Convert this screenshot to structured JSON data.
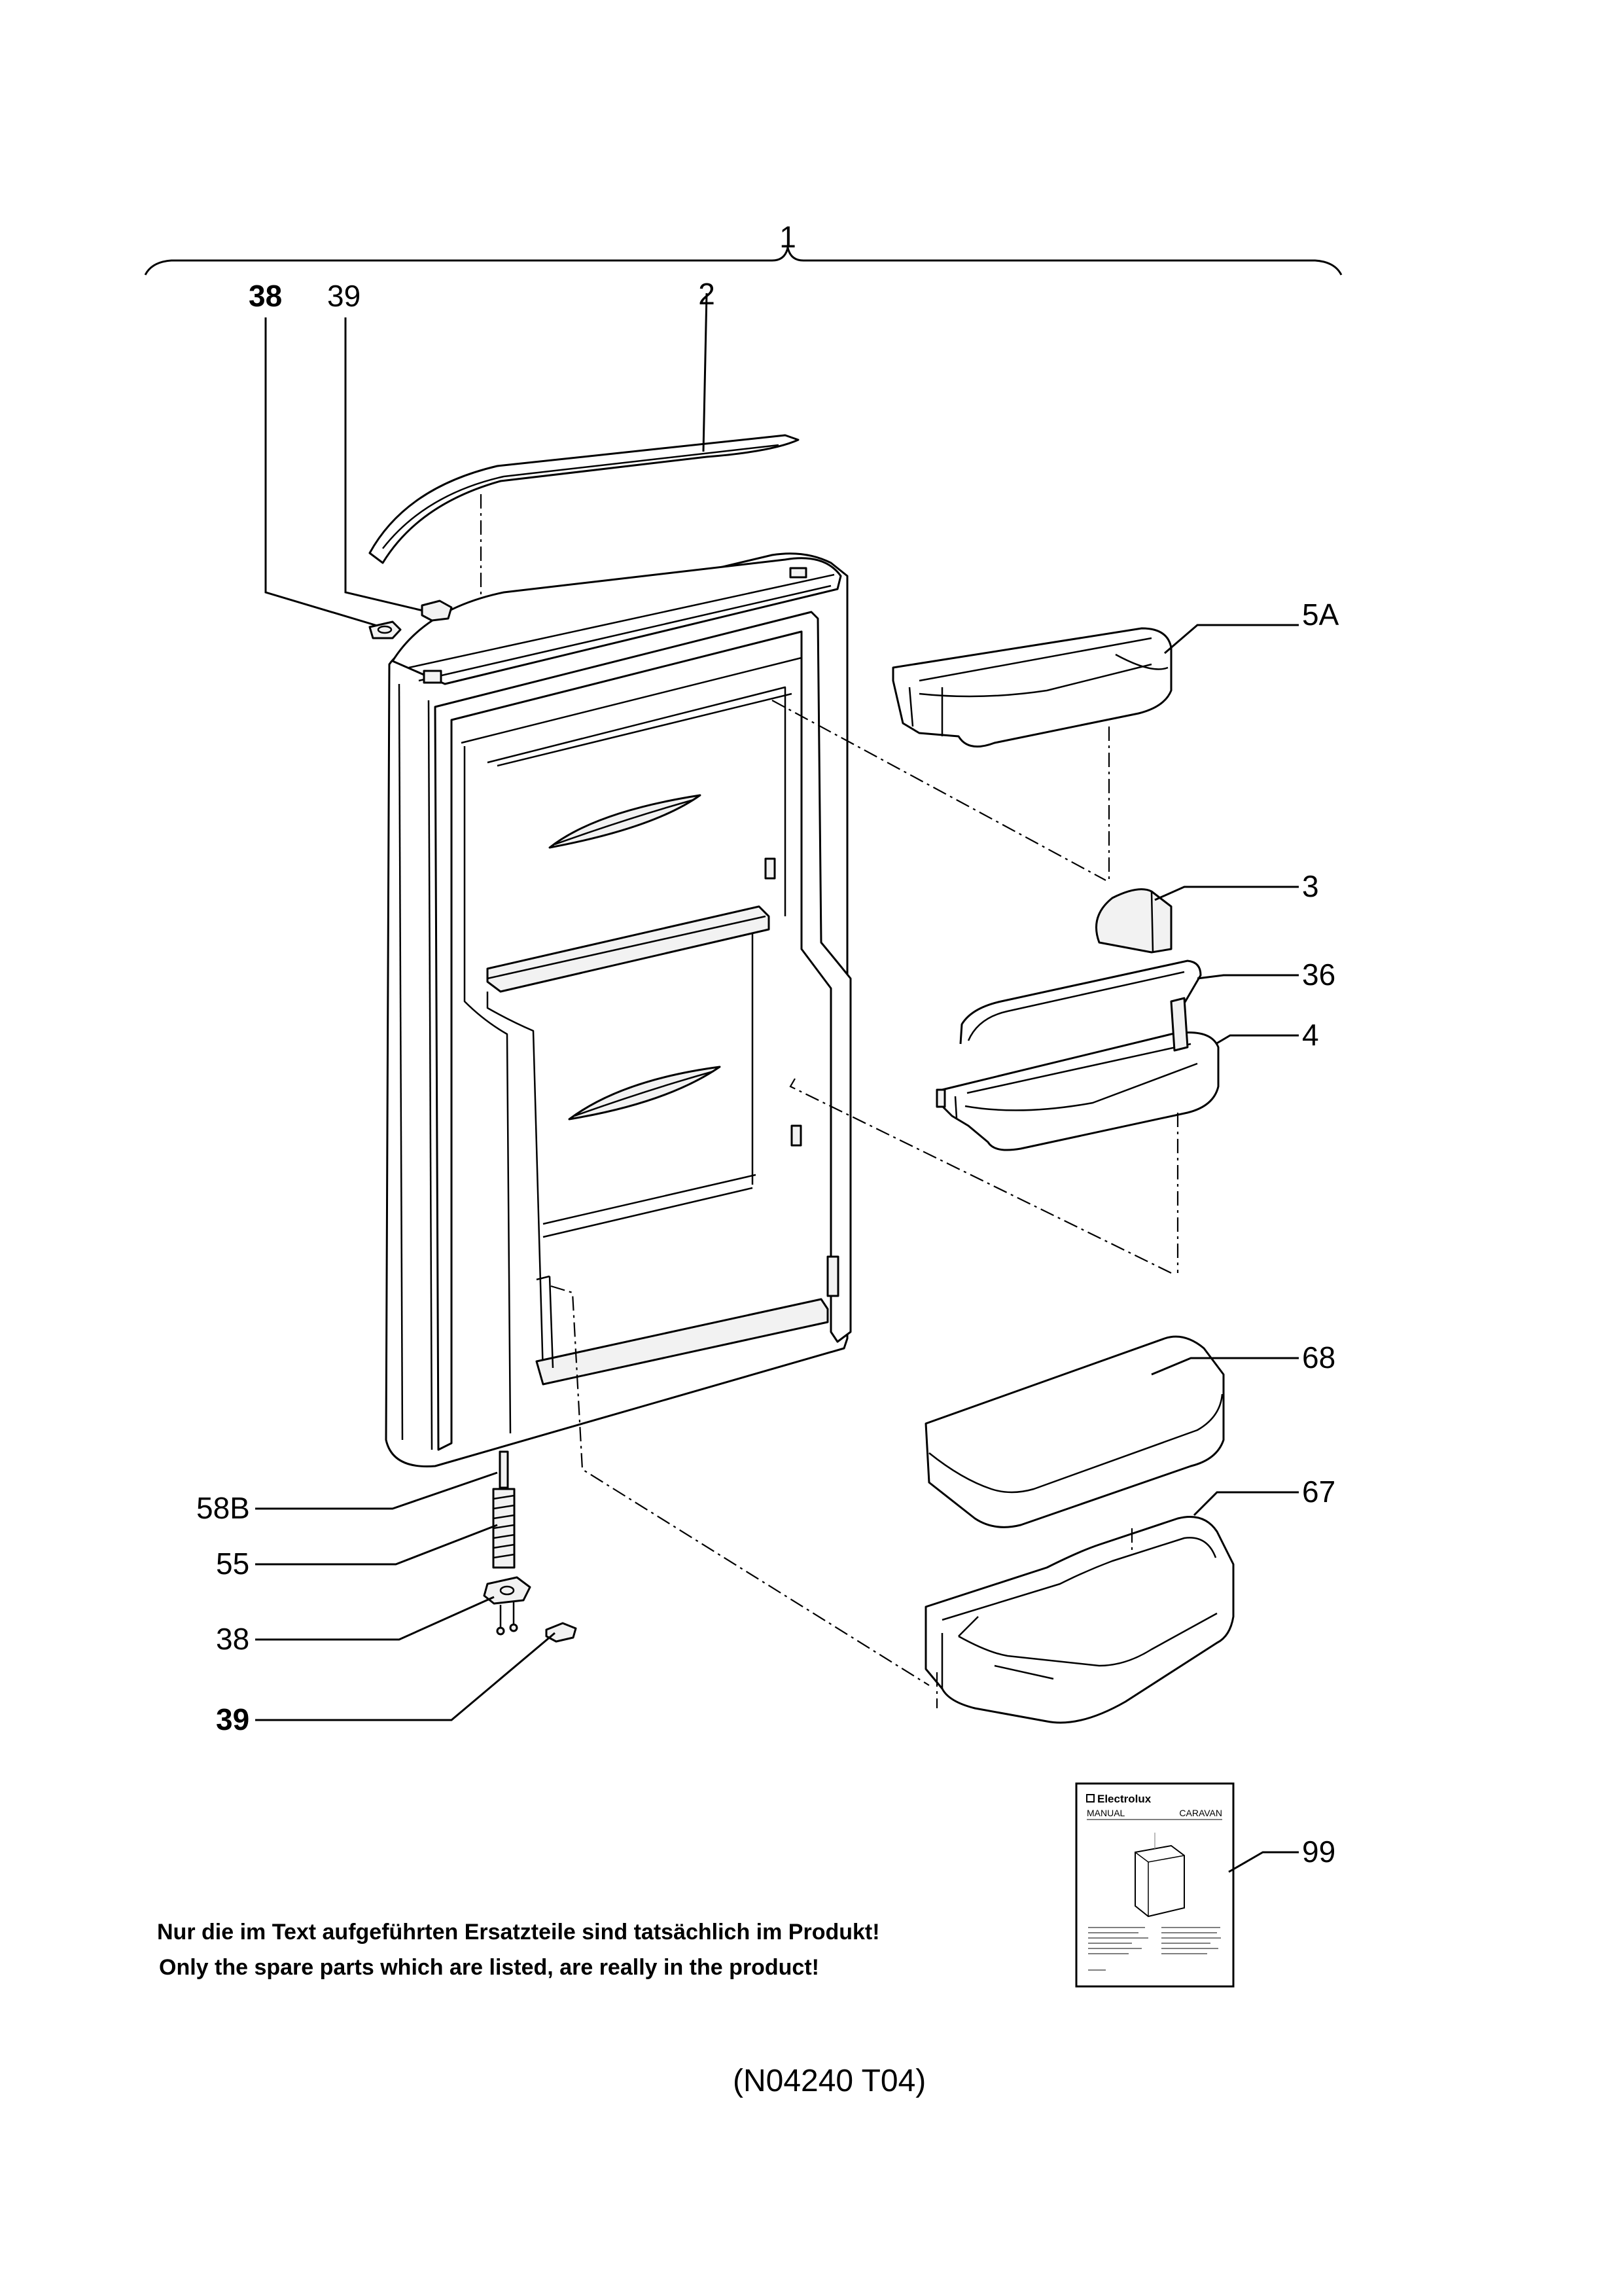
{
  "labels": {
    "assembly": "1",
    "p38_top": "38",
    "p39_top": "39",
    "p2": "2",
    "p5A": "5A",
    "p3": "3",
    "p36": "36",
    "p4": "4",
    "p68": "68",
    "p67": "67",
    "p58B": "58B",
    "p55": "55",
    "p38_bottom": "38",
    "p39_bottom": "39",
    "p99": "99"
  },
  "manual": {
    "brand": "Electrolux",
    "title_left": "MANUAL",
    "title_right": "CARAVAN"
  },
  "notes": {
    "german": "Nur die im Text aufgeführten Ersatzteile sind tatsächlich im Produkt!",
    "english": "Only the spare parts which are listed, are really in the product!"
  },
  "drawing_code": "(N04240 T04)"
}
